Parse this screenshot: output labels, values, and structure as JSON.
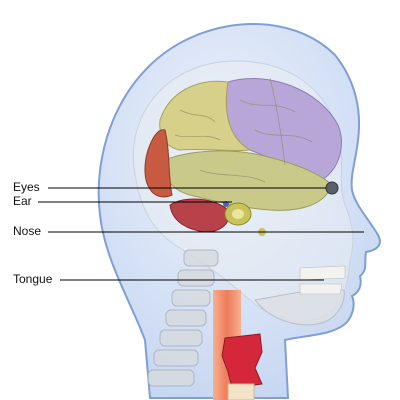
{
  "labels": {
    "eyes": "Eyes",
    "ear": "Ear",
    "nose": "Nose",
    "tongue": "Tongue"
  },
  "colors": {
    "head_outline": "#7f9fd6",
    "head_fill": "#c8d8f2",
    "skull": "#dfe3e8",
    "frontal_lobe": "#d6d08a",
    "parietal_lobe": "#b8a6d8",
    "temporal_lobe": "#c9c98a",
    "occipital_lobe": "#c85a42",
    "cerebellum": "#b8424a",
    "trachea": "#f08a6a",
    "larynx": "#d4283a",
    "eye": "#5a5f6a",
    "ear_structure": "#c9c45a",
    "leader_line": "#000000"
  }
}
